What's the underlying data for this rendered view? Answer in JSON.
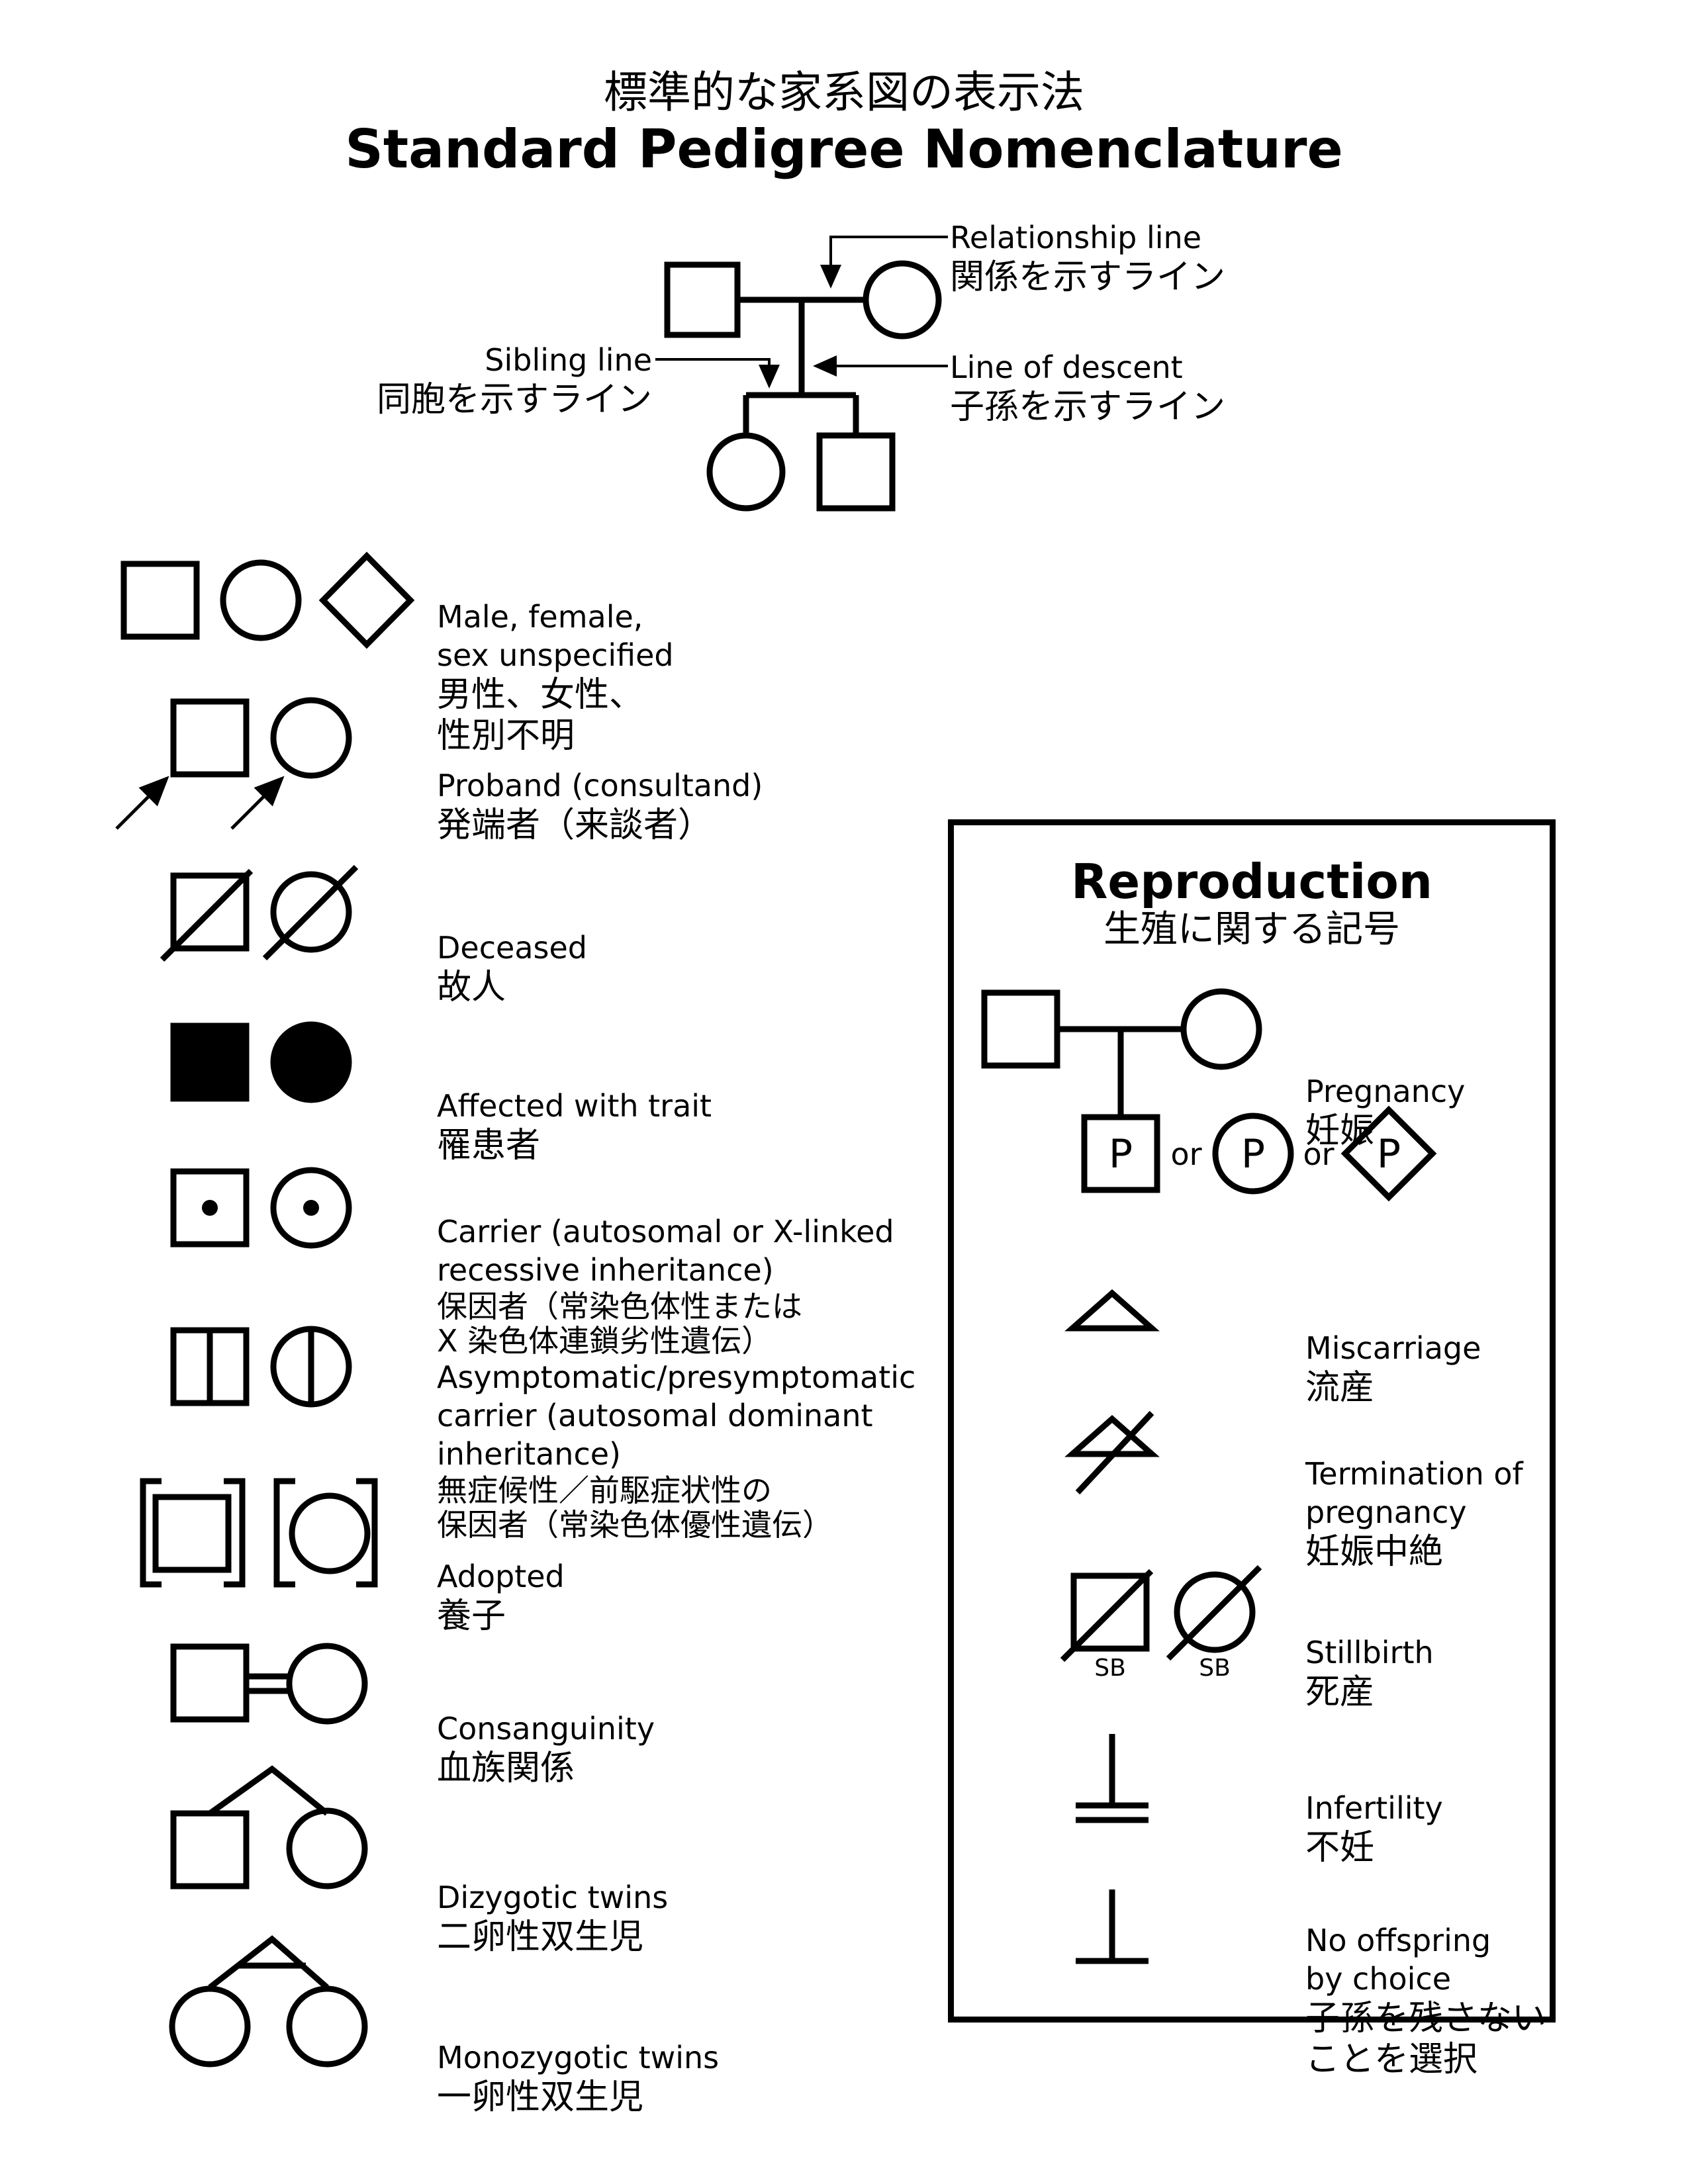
{
  "title": {
    "ja": "標準的な家系図の表示法",
    "en": "Standard Pedigree Nomenclature"
  },
  "top_diagram": {
    "relationship_line": {
      "en": "Relationship line",
      "ja": "関係を示すライン"
    },
    "sibling_line": {
      "en": "Sibling line",
      "ja": "同胞を示すライン"
    },
    "line_of_descent": {
      "en": "Line of descent",
      "ja": "子孫を示すライン"
    }
  },
  "legend": [
    {
      "en": "Male, female,\nsex unspecified",
      "ja": "男性、女性、\n性別不明"
    },
    {
      "en": "Proband (consultand)",
      "ja": "発端者（来談者）"
    },
    {
      "en": "Deceased",
      "ja": "故人"
    },
    {
      "en": "Affected with trait",
      "ja": "罹患者"
    },
    {
      "en": "Carrier (autosomal or X-linked\nrecessive inheritance)",
      "ja": "保因者（常染色体性または\nX 染色体連鎖劣性遺伝）"
    },
    {
      "en": "Asymptomatic/presymptomatic\ncarrier (autosomal dominant\ninheritance)",
      "ja": "無症候性／前駆症状性の\n保因者（常染色体優性遺伝）"
    },
    {
      "en": "Adopted",
      "ja": "養子"
    },
    {
      "en": "Consanguinity",
      "ja": "血族関係"
    },
    {
      "en": "Dizygotic twins",
      "ja": "二卵性双生児"
    },
    {
      "en": "Monozygotic twins",
      "ja": "一卵性双生児"
    }
  ],
  "reproduction": {
    "title_en": "Reproduction",
    "title_ja": "生殖に関する記号",
    "pregnancy_symbol": "P",
    "or_text": "or",
    "sb_text": "SB",
    "items": [
      {
        "en": "Pregnancy",
        "ja": "妊娠"
      },
      {
        "en": "Miscarriage",
        "ja": "流産"
      },
      {
        "en": "Termination of\npregnancy",
        "ja": "妊娠中絶"
      },
      {
        "en": "Stillbirth",
        "ja": "死産"
      },
      {
        "en": "Infertility",
        "ja": "不妊"
      },
      {
        "en": "No offspring\nby choice",
        "ja": "子孫を残さない\nことを選択"
      }
    ]
  }
}
